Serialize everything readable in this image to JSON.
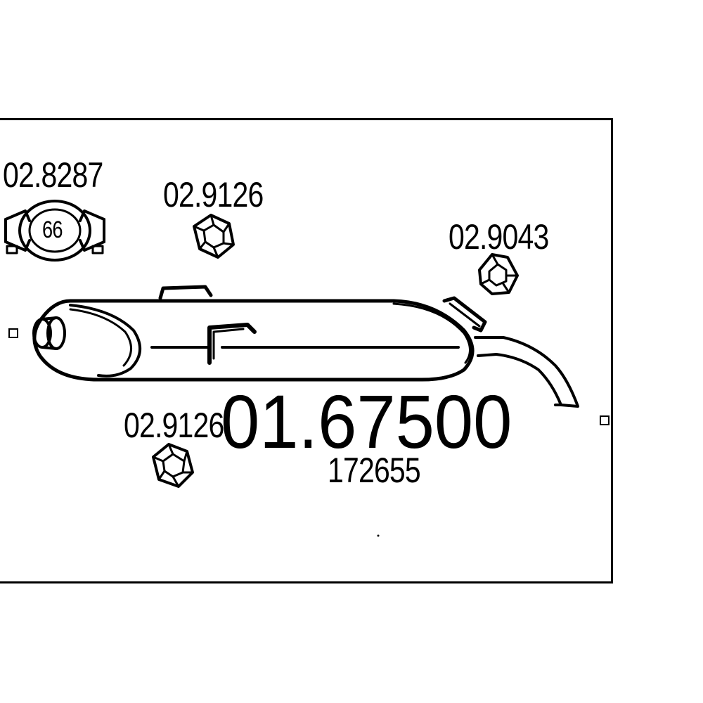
{
  "parts": {
    "clamp": {
      "number": "02.8287",
      "diameter": "66"
    },
    "hanger_top": {
      "number": "02.9126"
    },
    "hanger_right": {
      "number": "02.9043"
    },
    "hanger_bottom": {
      "number": "02.9126"
    }
  },
  "main_part": {
    "number": "01.67500",
    "reference": "172655"
  },
  "colors": {
    "line": "#000000",
    "background": "#ffffff"
  }
}
